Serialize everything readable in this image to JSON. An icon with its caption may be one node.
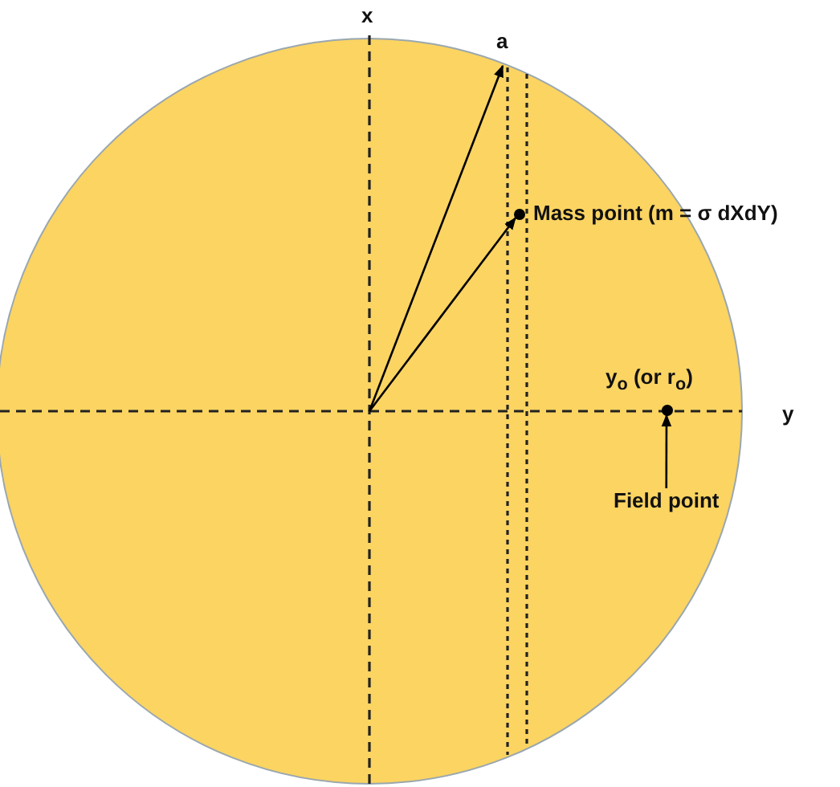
{
  "diagram": {
    "nodes": [
      {
        "text": [
          "a"
        ]
      },
      {
        "text": [],
        "shape": "circle",
        "beside": [
          "Mass point (m = σ dXdY)"
        ]
      },
      {
        "text": [],
        "shape": "circle",
        "beside": [
          "y$_{o}$ (or r$_{o}$)"
        ]
      },
      {
        "text": [
          "Field point"
        ]
      }
    ],
    "edges": [
      {
        "from": null,
        "to": 0,
        "arrow": "to"
      },
      {
        "from": null,
        "to": 1,
        "arrow": "to"
      },
      {
        "from": 3,
        "to": 2,
        "arrow": "to"
      }
    ],
    "labels": [
      "x",
      "y"
    ]
  }
}
